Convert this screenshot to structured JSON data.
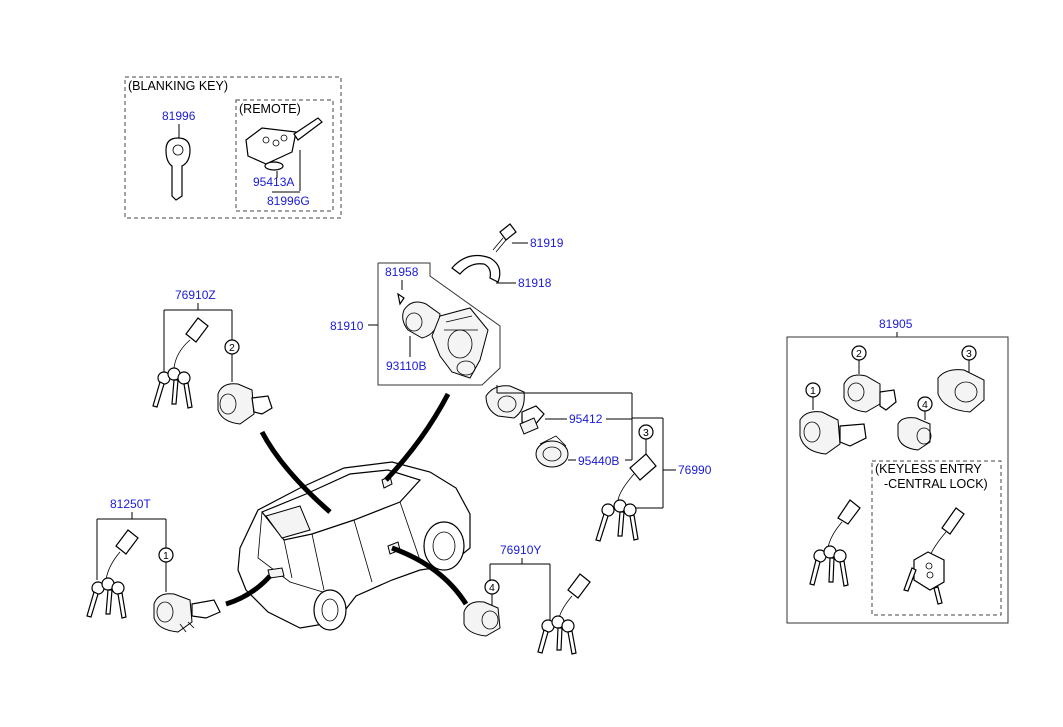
{
  "headers": {
    "blanking_key": "(BLANKING KEY)",
    "remote": "(REMOTE)",
    "keyless_line1": "(KEYLESS ENTRY",
    "keyless_line2": "-CENTRAL LOCK)"
  },
  "parts": {
    "p81996": "81996",
    "p95413A": "95413A",
    "p81996G": "81996G",
    "p81919": "81919",
    "p81918": "81918",
    "p81958": "81958",
    "p81910": "81910",
    "p93110B": "93110B",
    "p95412": "95412",
    "p95440B": "95440B",
    "p76990": "76990",
    "p76910Z": "76910Z",
    "p81250T": "81250T",
    "p76910Y": "76910Y",
    "p81905": "81905"
  },
  "callouts": {
    "c1": "1",
    "c2": "2",
    "c3": "3",
    "c4": "4"
  },
  "colors": {
    "part_link": "#1a1ad6",
    "line": "#000000"
  },
  "icons": [
    "key-icon",
    "remote-key-icon",
    "battery-icon",
    "lock-cylinder-icon",
    "ignition-switch-icon",
    "car-icon",
    "key-tag-icon"
  ]
}
